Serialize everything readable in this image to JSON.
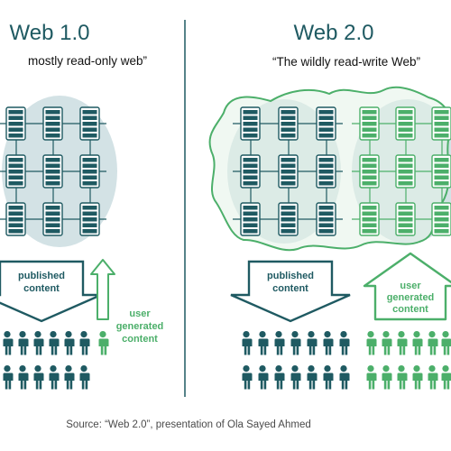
{
  "colors": {
    "dark": "#1f5a62",
    "green": "#4caf6a",
    "bubble": "#d3e2e5",
    "text": "#111111",
    "source": "#4a4a4a"
  },
  "left": {
    "title": "Web 1.0",
    "subtitle": "mostly read-only web”",
    "published_line1": "published",
    "published_line2": "content",
    "user_line1": "user",
    "user_line2": "generated",
    "user_line3": "content",
    "server_icon": "server-rack-icon",
    "person_icon": "person-icon"
  },
  "right": {
    "title": "Web 2.0",
    "subtitle": "“The wildly read-write Web”",
    "published_line1": "published",
    "published_line2": "content",
    "user_line1": "user",
    "user_line2": "generated",
    "user_line3": "content",
    "server_icon": "server-rack-icon",
    "person_icon": "person-icon"
  },
  "source": "Source: “Web 2.0”, presentation of Ola Sayed Ahmed"
}
